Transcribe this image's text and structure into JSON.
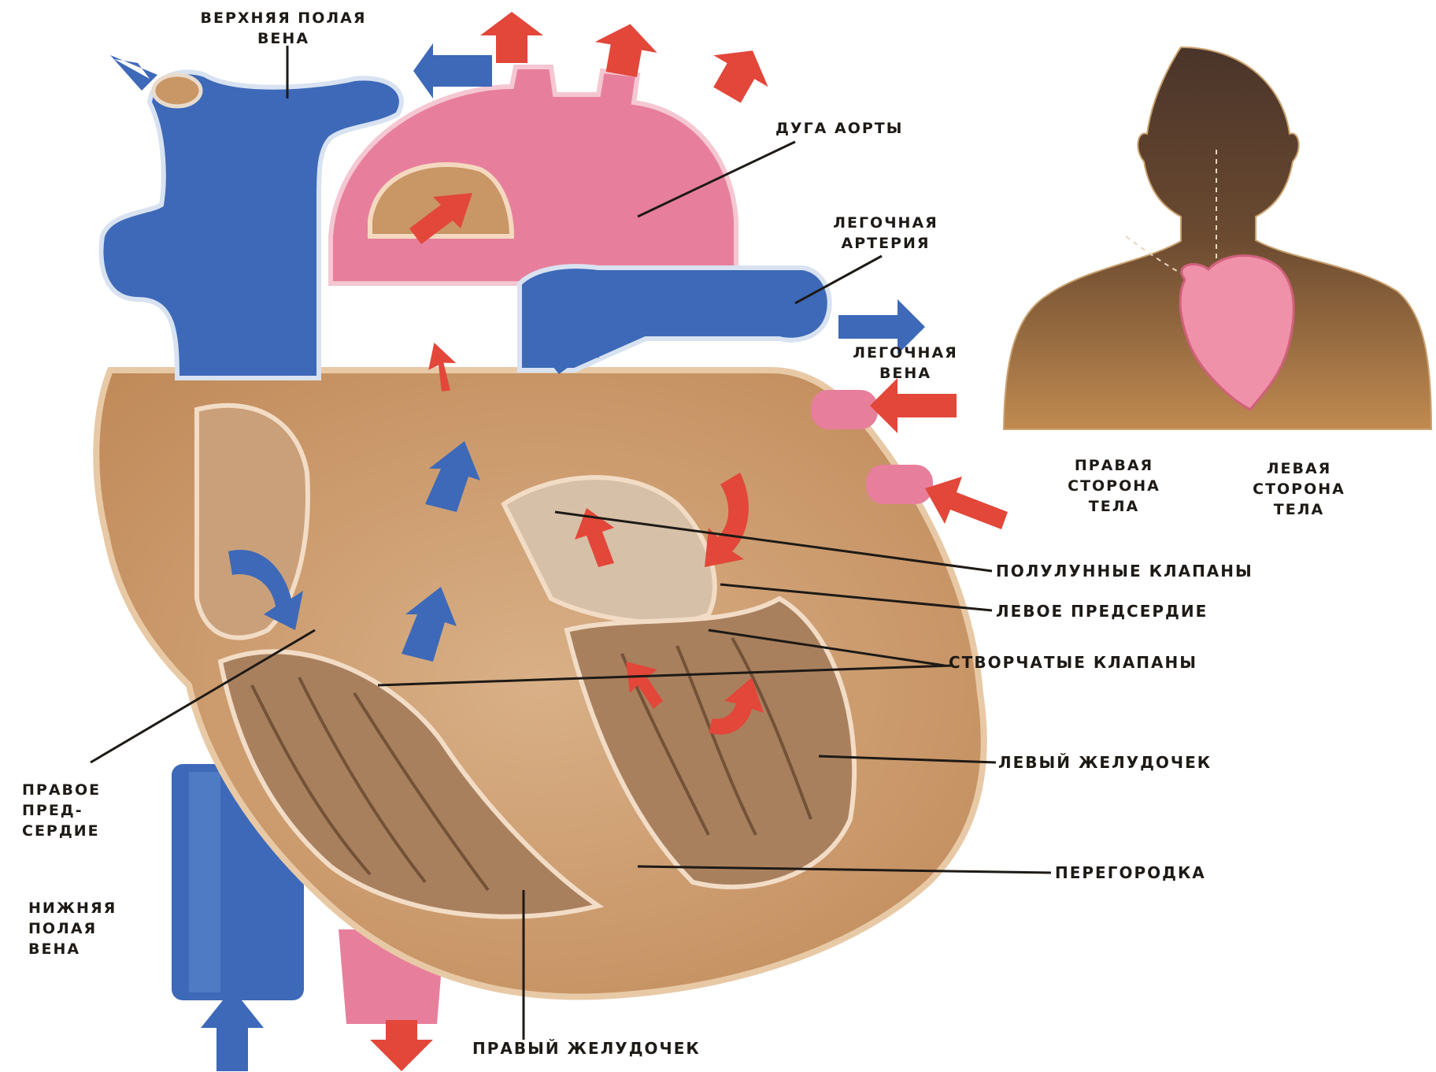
{
  "colors": {
    "vein_blue": "#3d69b8",
    "artery_pink": "#e77f9c",
    "arrow_red": "#e2473a",
    "muscle_tan": "#c99665",
    "silhouette_brown": "#6e4a2e"
  },
  "heart_labels": {
    "superior_vena_cava": "ВЕРХНЯЯ ПОЛАЯ\nВЕНА",
    "aortic_arch": "ДУГА АОРТЫ",
    "pulmonary_artery": "ЛЕГОЧНАЯ\nАРТЕРИЯ",
    "pulmonary_vein": "ЛЕГОЧНАЯ\nВЕНА",
    "semilunar_valves": "ПОЛУЛУННЫЕ КЛАПАНЫ",
    "left_atrium": "ЛЕВОЕ ПРЕДСЕРДИЕ",
    "atrioventricular_valves": "СТВОРЧАТЫЕ КЛАПАНЫ",
    "left_ventricle": "ЛЕВЫЙ ЖЕЛУДОЧЕК",
    "septum": "ПЕРЕГОРОДКА",
    "right_atrium": "ПРАВОЕ\nПРЕД-\nСЕРДИЕ",
    "inferior_vena_cava": "НИЖНЯЯ\nПОЛАЯ\nВЕНА",
    "right_ventricle": "ПРАВЫЙ ЖЕЛУДОЧЕК"
  },
  "body_inset": {
    "right_side": "ПРАВАЯ\nСТОРОНА\nТЕЛА",
    "left_side": "ЛЕВАЯ\nСТОРОНА\nТЕЛА"
  }
}
